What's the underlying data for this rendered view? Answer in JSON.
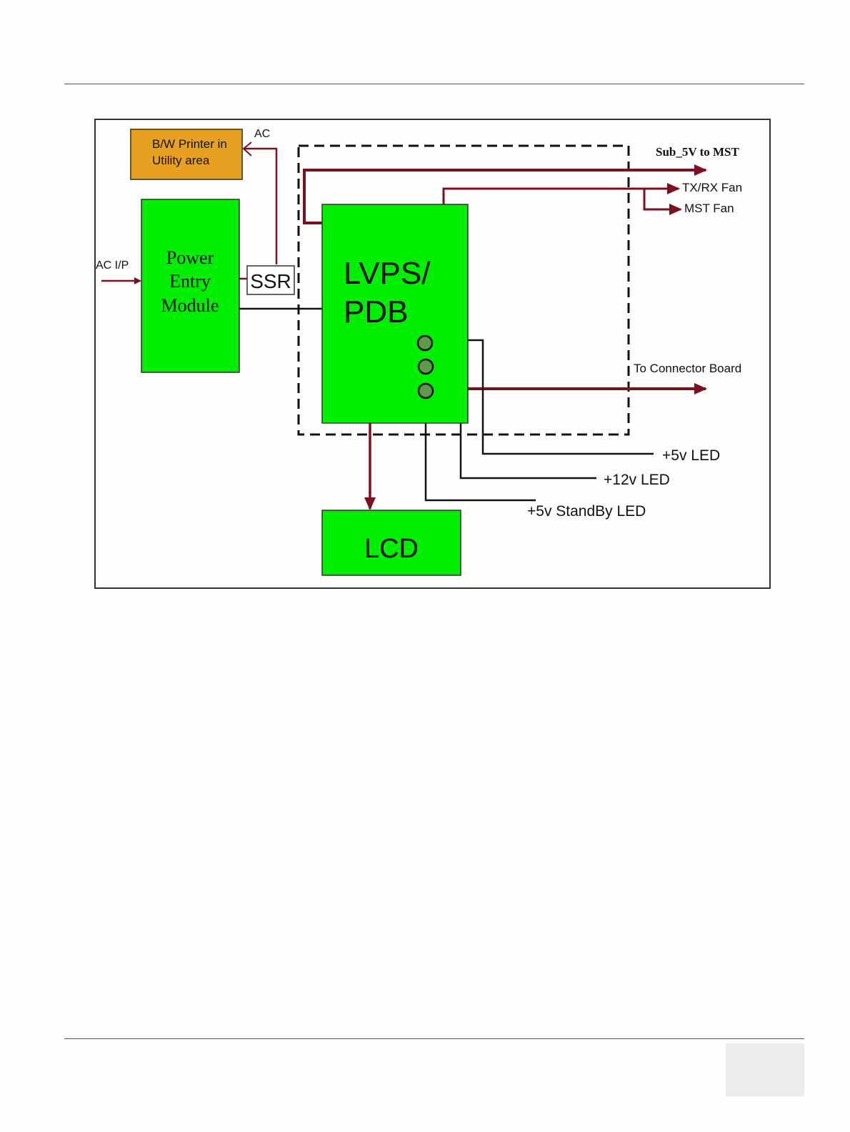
{
  "diagram": {
    "ac_label": "AC",
    "ac_ip_label": "AC I/P",
    "printer": {
      "line1": "B/W Printer in",
      "line2": "Utility area"
    },
    "power_entry": {
      "line1": "Power",
      "line2": "Entry",
      "line3": "Module"
    },
    "ssr": "SSR",
    "lvps": {
      "line1": "LVPS/",
      "line2": "PDB"
    },
    "lcd": "LCD",
    "sub_5v": "Sub_5V to MST",
    "txrx_fan": "TX/RX Fan",
    "mst_fan": "MST Fan",
    "connector_board": "To Connector Board",
    "led_5v": "+5v LED",
    "led_12v": "+12v LED",
    "led_standby": "+5v StandBy LED"
  },
  "colors": {
    "block_green": "#00ee00",
    "printer_orange": "#e8a020",
    "wire_dark_red": "#7a1020",
    "led_dot": "#5f9a4a"
  }
}
